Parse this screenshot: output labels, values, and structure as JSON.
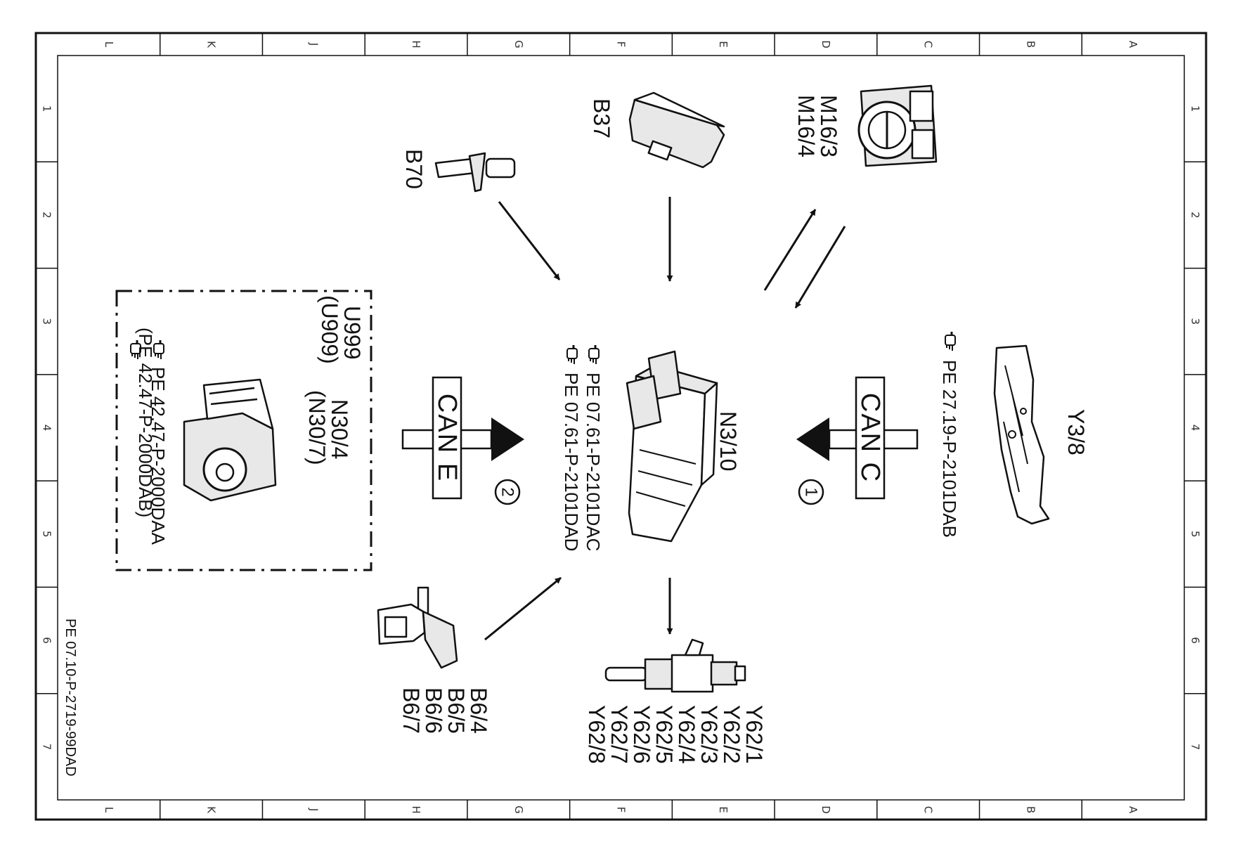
{
  "frame": {
    "columns": [
      "L",
      "K",
      "J",
      "H",
      "G",
      "F",
      "E",
      "D",
      "C",
      "B",
      "A"
    ],
    "rows": [
      "1",
      "2",
      "3",
      "4",
      "5",
      "6",
      "7"
    ],
    "drawing_number": "PE 07.10-P-2719-99DAD"
  },
  "components": {
    "ecu": {
      "code": "N3/10",
      "refs": [
        "PE  07.61-P-2101DAC",
        "PE  07.61-P-2101DAD"
      ]
    },
    "b37": {
      "code": "B37"
    },
    "b70": {
      "code": "B70"
    },
    "throttle": {
      "codes": [
        "M16/3",
        "M16/4"
      ]
    },
    "valve_body": {
      "code": "Y3/8",
      "ref": "PE  27.19-P-2101DAB"
    },
    "camshaft": {
      "codes": [
        "B6/4",
        "B6/5",
        "B6/6",
        "B6/7"
      ]
    },
    "injectors": {
      "codes": [
        "Y62/1",
        "Y62/2",
        "Y62/3",
        "Y62/4",
        "Y62/5",
        "Y62/6",
        "Y62/7",
        "Y62/8"
      ]
    },
    "esp_group": {
      "codes": [
        "U999",
        "(U909)"
      ],
      "module": [
        "N30/4",
        "(N30/7)"
      ],
      "refs": [
        "PE  42.47-P-2000DAA",
        "(PE  42.47-P-2000DAB)"
      ]
    }
  },
  "buses": {
    "can_c": {
      "label": "CAN C",
      "number": "1"
    },
    "can_e": {
      "label": "CAN E",
      "number": "2"
    }
  },
  "icons": {
    "reference": "pointing-hand-icon"
  },
  "colors": {
    "ink": "#111111",
    "paper": "#ffffff"
  }
}
